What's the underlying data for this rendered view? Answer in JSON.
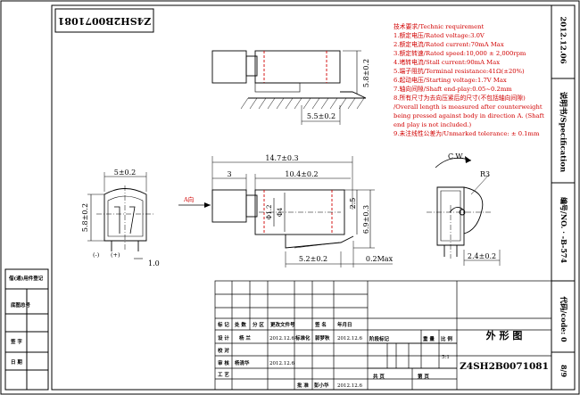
{
  "drawing_number_box": "Z4SH2B0071081",
  "requirements": {
    "heading": "技术要求/Technic requirement",
    "lines": [
      "1.额定电压/Rated voltage:3.0V",
      "2.额定电流/Rated current:70mA Max",
      "3.额定转速/Rated speed:10,000 ± 2,000rpm",
      "4.堵转电流/Stall current:90mA Max",
      "5.端子阻抗/Terminal resistance:41Ω(±20%)",
      "6.起动电压/Starting voltage:1.7V  Max",
      "7.轴向间隙/Shaft end-play:0.05~0.2mm",
      "8.所有尺寸为去向压紧后的尺寸(不包括轴向间隙)",
      "/Overall length is measured after counterweight",
      "being pressed against body in direction A. (Shaft",
      "end play is not included.)",
      "9.未注线性公差为/Unmarked tolerance: ± 0.1mm"
    ]
  },
  "right_strip": {
    "date": "2012.12.06",
    "spec": "说明书/Specification",
    "no": "编号/NO.   · -B-574",
    "code": "代码/code: 0",
    "page": "8/9"
  },
  "dims": {
    "top_height": "5.8±0.2",
    "top_length": "5.5±0.2",
    "overall": "14.7±0.3",
    "left_3": "3",
    "body_len": "10.4±0.2",
    "d1": "Φ1.2",
    "d4": "Φ4",
    "h25": "2.5",
    "h69": "6.9±0.3",
    "lead": "5.2±0.2",
    "gap": "0.2Max",
    "width5": "5±0.2",
    "lh": "5.8±0.2",
    "t10": "1.0",
    "r3": "R3",
    "w24": "2.4±0.2",
    "cw": "C.W.",
    "dir_a": "A向",
    "minus": "(-)",
    "plus": "(+)"
  },
  "left_strip": {
    "items": [
      "借(通)用件登记",
      "底图总号",
      "签   字",
      "日   期"
    ]
  },
  "title_block": {
    "row1": [
      "标 记",
      "处 数",
      "分 区",
      "更改文件号",
      "签 名",
      "年月日"
    ],
    "design_lbl": "设 计",
    "design_name": "杨 兰",
    "design_date": "2012.12.6",
    "std_lbl": "标准化",
    "std_name": "郭梦秋",
    "std_date": "2012.12.6",
    "check_lbl": "校 对",
    "review_lbl": "审 核",
    "review_name": "杨清华",
    "review_date": "2012.12.6",
    "process_lbl": "工 艺",
    "approve_lbl": "批 准",
    "approve_name": "彭小华",
    "approve_date": "2012.12.6",
    "stage_lbl": "阶段标记",
    "weight_lbl": "重 量",
    "ratio_lbl": "比 例",
    "ratio_val": "5:1",
    "total_lbl": "共    页",
    "page_lbl": "第    页",
    "title": "外  形  图",
    "drawing_no": "Z4SH2B0071081"
  }
}
